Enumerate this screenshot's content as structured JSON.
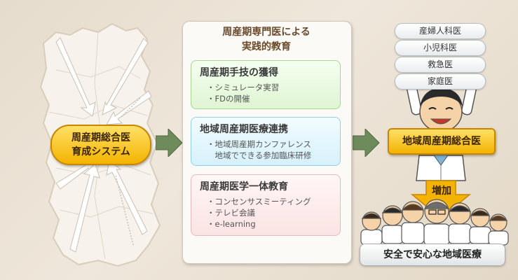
{
  "training_system": {
    "line1": "周産期総合医",
    "line2": "育成システム"
  },
  "education_panel": {
    "title_line1": "周産期専門医による",
    "title_line2": "実践的教育",
    "sections": [
      {
        "title": "周産期手技の獲得",
        "items": [
          "・シミュレータ実習",
          "・FDの開催"
        ]
      },
      {
        "title": "地域周産期医療連携",
        "items": [
          "・地域周産期カンファレンス",
          "　地域でできる参加臨床研修"
        ]
      },
      {
        "title": "周産期医学一体教育",
        "items": [
          "・コンセンサスミーティング",
          "・テレビ会議",
          "・e-learning"
        ]
      }
    ]
  },
  "specialties": [
    "産婦人科医",
    "小児科医",
    "救急医",
    "家庭医"
  ],
  "regional_doctor": "地域周産期総合医",
  "increase_label": "増加",
  "outcome": "安全で安心な地域医療",
  "colors": {
    "gold": "#f3b300",
    "arrow_green": "#6e8b5c",
    "panel_border": "#cfc7ba"
  }
}
